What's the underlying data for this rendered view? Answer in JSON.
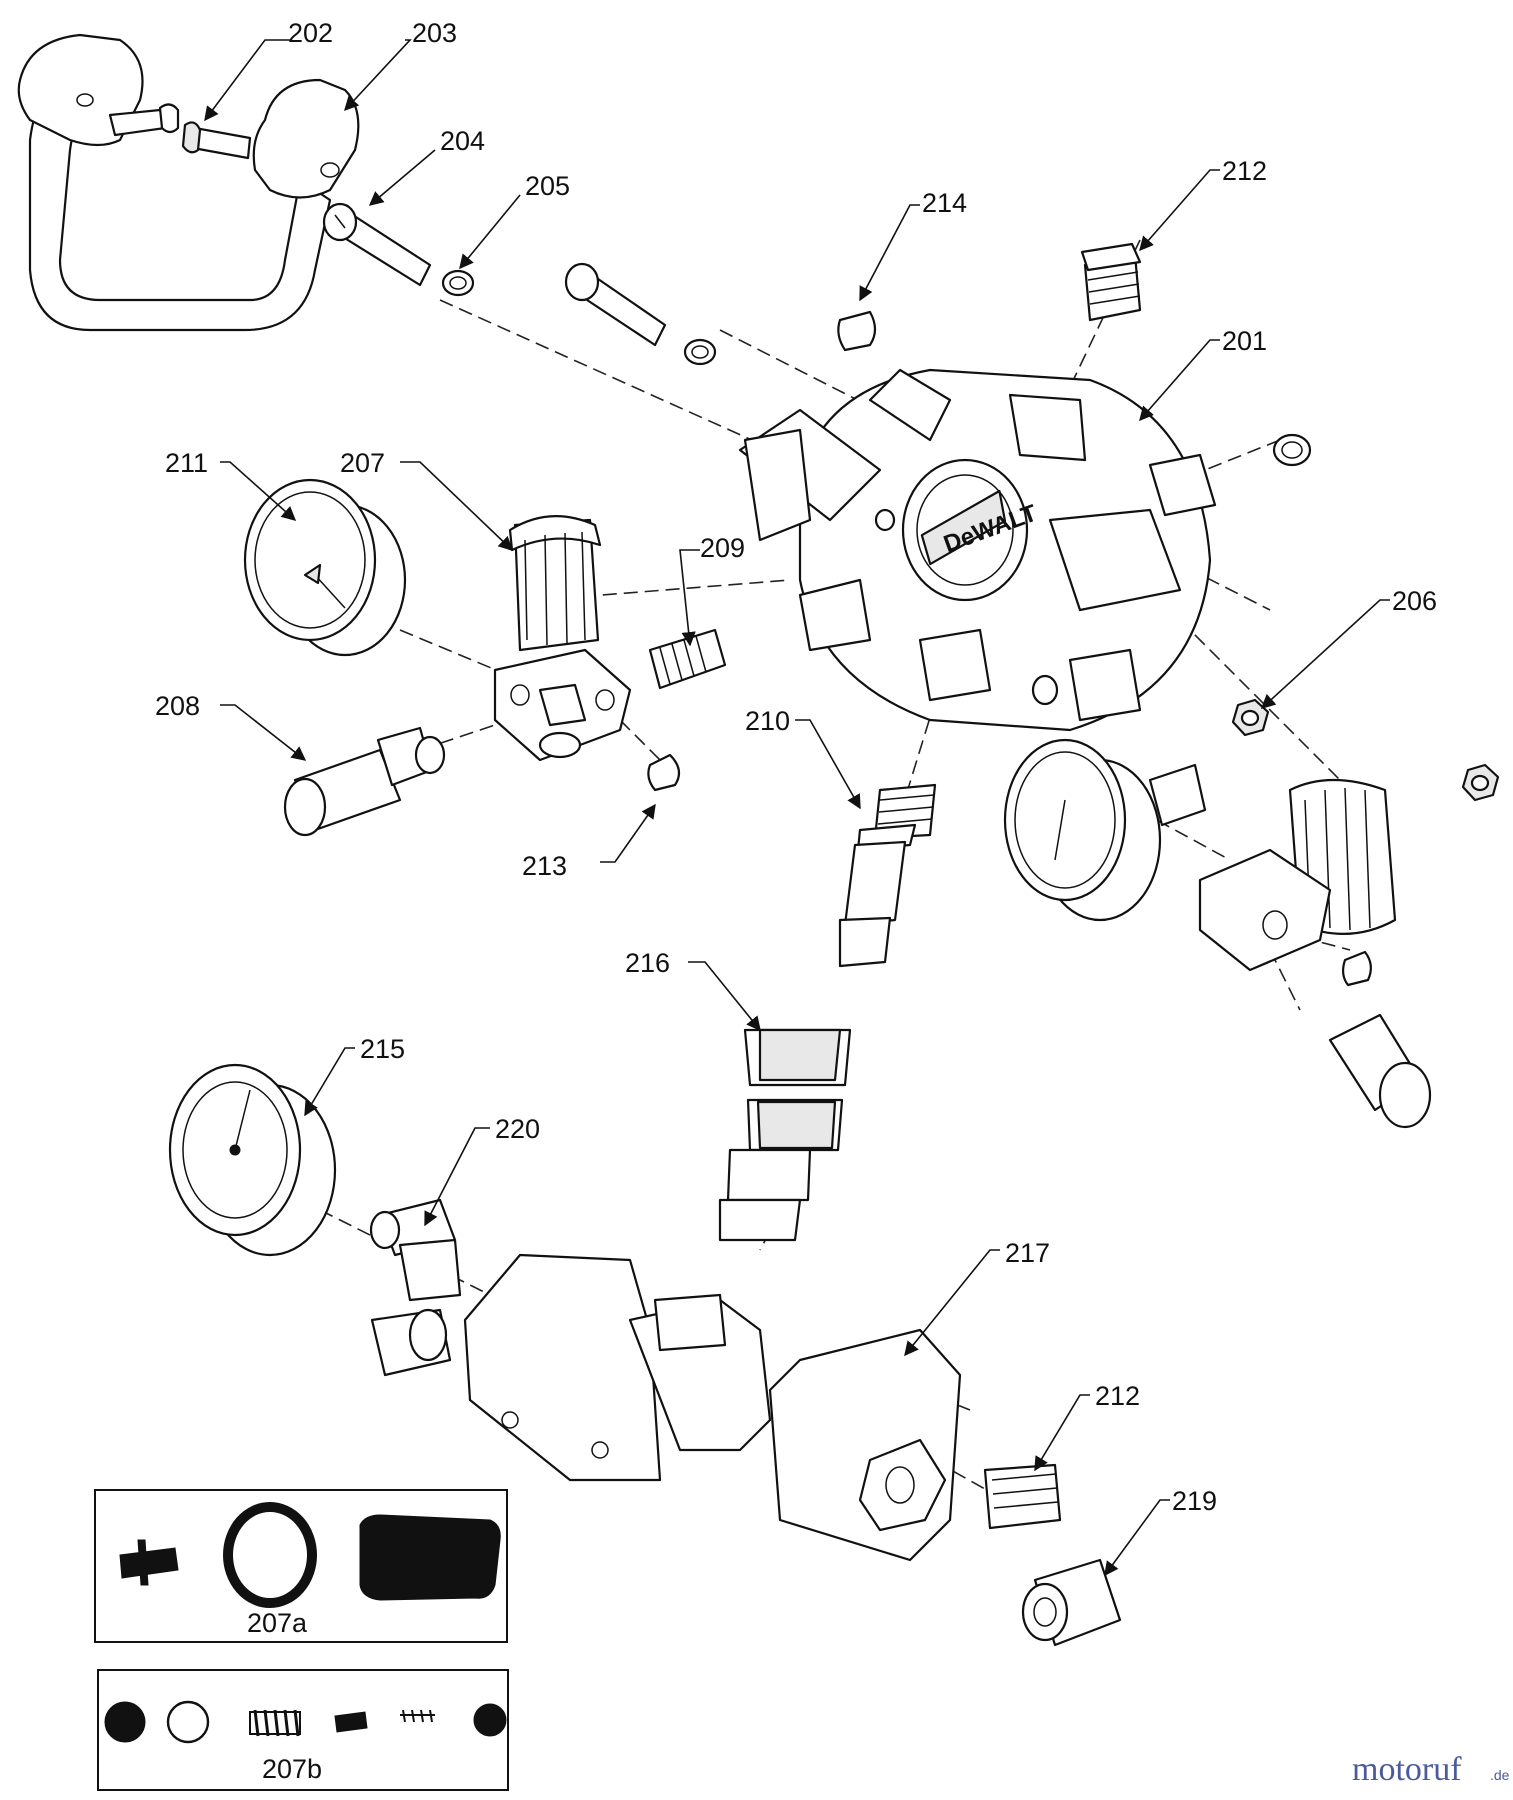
{
  "labels": {
    "p202": "202",
    "p203": "203",
    "p204": "204",
    "p205": "205",
    "p214": "214",
    "p212a": "212",
    "p201": "201",
    "p211": "211",
    "p207": "207",
    "p209": "209",
    "p206": "206",
    "p208": "208",
    "p210": "210",
    "p213": "213",
    "p216": "216",
    "p215": "215",
    "p220": "220",
    "p217": "217",
    "p212b": "212",
    "p219": "219"
  },
  "kits": {
    "a": "207a",
    "b": "207b"
  },
  "watermark": {
    "text": "motoruf",
    "suffix": ".de"
  },
  "colors": {
    "line": "#111111",
    "watermark": "#4a5a9c"
  }
}
